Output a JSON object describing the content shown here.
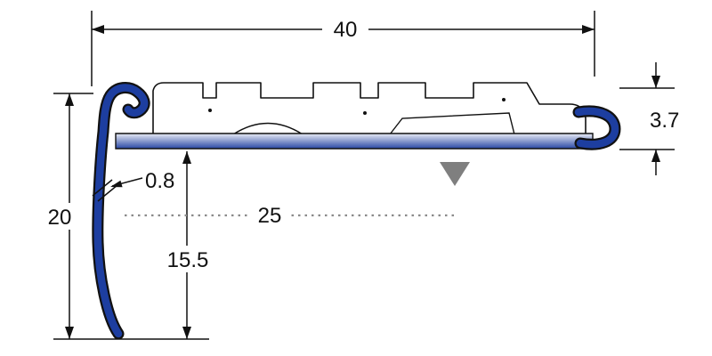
{
  "drawing": {
    "dimensions": {
      "overall_width": "40",
      "edge_height": "3.7",
      "material_thickness": "0.8",
      "front_drop": "20",
      "leg_height": "15.5",
      "insert_width": "25"
    },
    "colors": {
      "profile_blue": "#1d3ea0",
      "marker_gray": "#7f7f7f",
      "dim_gray": "#8a8a8a",
      "line_black": "#111111"
    }
  }
}
